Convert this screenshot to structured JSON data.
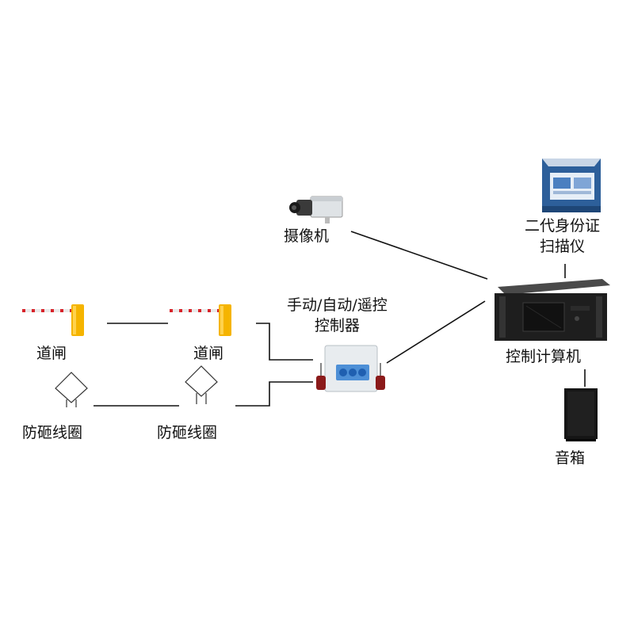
{
  "labels": {
    "camera": "摄像机",
    "id_scanner_line1": "二代身份证",
    "id_scanner_line2": "扫描仪",
    "controller_line1": "手动/自动/遥控",
    "controller_line2": "控制器",
    "computer": "控制计算机",
    "speaker": "音箱",
    "gate_left": "道闸",
    "gate_right": "道闸",
    "loop_left": "防砸线圈",
    "loop_right": "防砸线圈"
  },
  "colors": {
    "line": "#111111",
    "gate_post": "#f5b400",
    "gate_arm": "#e9e9e9",
    "gate_stripe": "#d8232a",
    "computer_body": "#1e1e1e",
    "speaker_body": "#151515",
    "controller_body": "#e8ecef",
    "controller_button": "#1f5fb0",
    "remote_body": "#8b1a1a",
    "scanner_body": "#2d5f9a"
  }
}
